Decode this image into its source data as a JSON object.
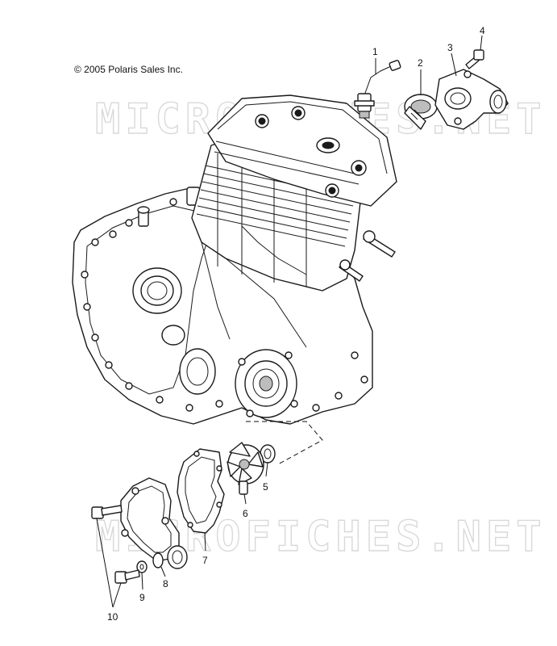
{
  "copyright": "© 2005 Polaris Sales Inc.",
  "watermarks": [
    "MICROFICHES.NET",
    "MICROFICHES.NET"
  ],
  "callouts": [
    {
      "id": "1",
      "label": "1"
    },
    {
      "id": "2",
      "label": "2"
    },
    {
      "id": "3",
      "label": "3"
    },
    {
      "id": "4",
      "label": "4"
    },
    {
      "id": "5",
      "label": "5"
    },
    {
      "id": "6",
      "label": "6"
    },
    {
      "id": "7",
      "label": "7"
    },
    {
      "id": "8",
      "label": "8"
    },
    {
      "id": "9",
      "label": "9"
    },
    {
      "id": "10",
      "label": "10"
    }
  ]
}
